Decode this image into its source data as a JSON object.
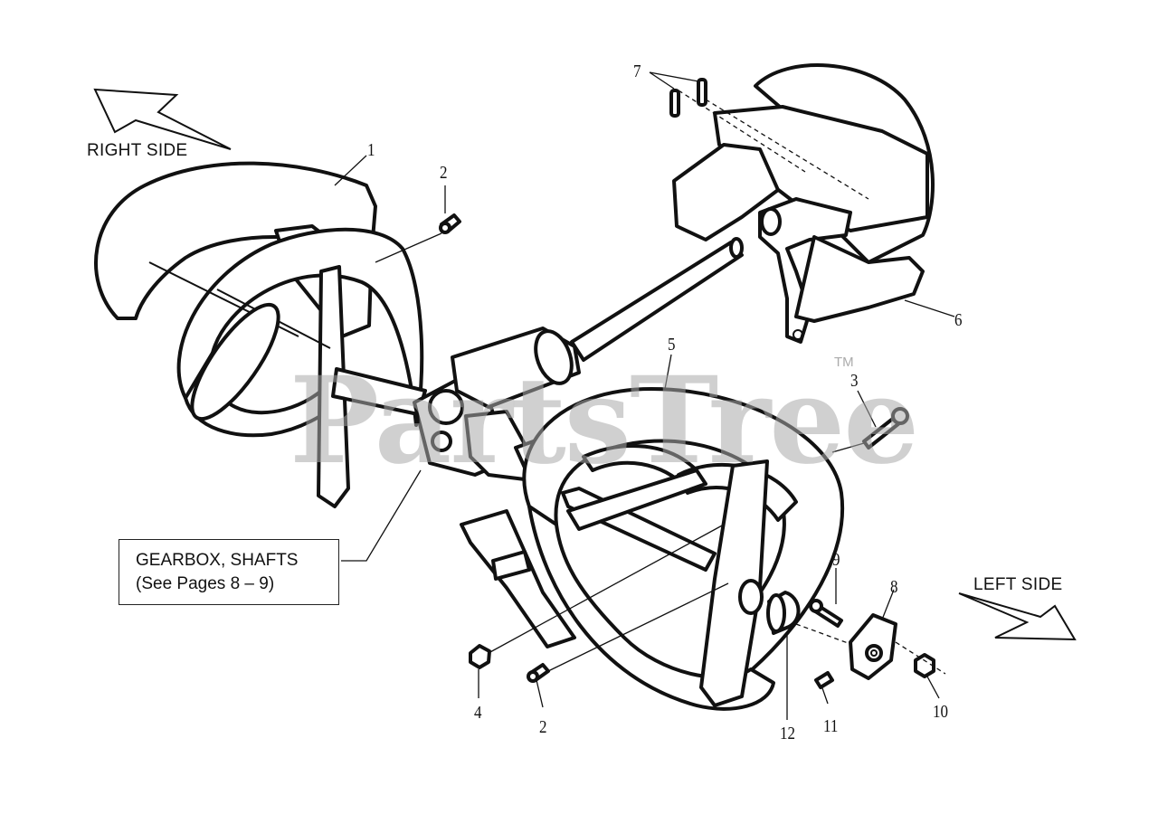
{
  "labels": {
    "right_side": "RIGHT SIDE",
    "left_side": "LEFT SIDE",
    "gearbox_line1": "GEARBOX, SHAFTS",
    "gearbox_line2": "(See Pages 8 – 9)"
  },
  "watermark": {
    "text": "PartsTree",
    "trademark": "TM"
  },
  "part_numbers": {
    "p1": "1",
    "p2_top": "2",
    "p2_bottom": "2",
    "p3": "3",
    "p4": "4",
    "p5": "5",
    "p6": "6",
    "p7": "7",
    "p8": "8",
    "p9": "9",
    "p10": "10",
    "p11": "11",
    "p12": "12"
  }
}
